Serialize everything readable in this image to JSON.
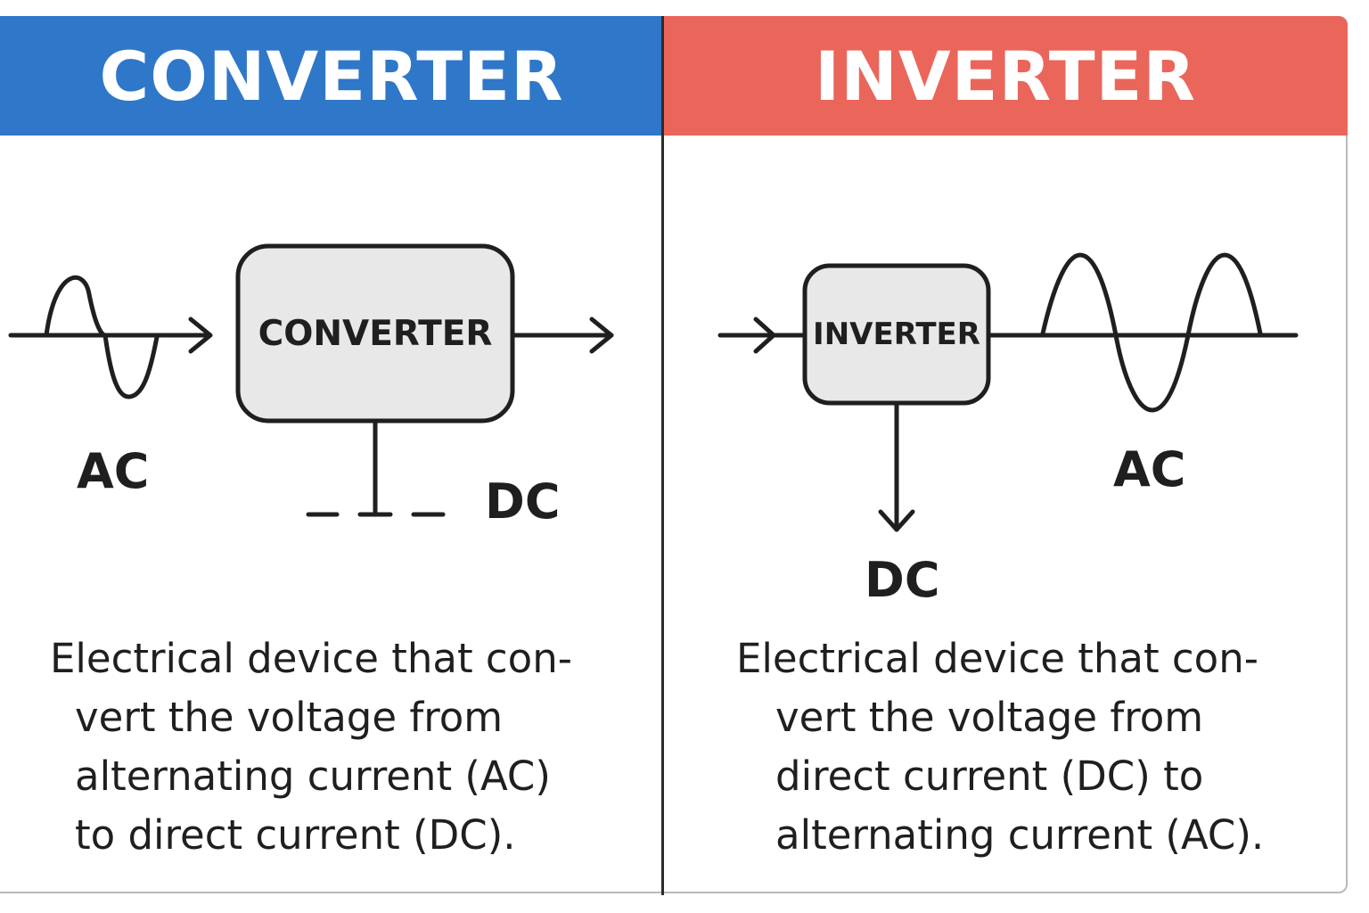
{
  "converter": {
    "header": "CONVERTER",
    "header_color": "#2f77c8",
    "box_label": "CONVERTER",
    "input_label": "AC",
    "output_label": "DC",
    "description_lines": [
      "Electrical device that con-",
      "vert the voltage from",
      "alternating current (AC)",
      "to direct current (DC)."
    ]
  },
  "inverter": {
    "header": "INVERTER",
    "header_color": "#ea665a",
    "box_label": "INVERTER",
    "input_label": "DC",
    "output_label": "AC",
    "description_lines": [
      "Electrical device that con-",
      "vert the voltage from",
      "direct current (DC) to",
      "alternating current (AC)."
    ]
  },
  "icons": {
    "ac_wave": "sine-wave-icon",
    "arrow": "arrow-icon",
    "dc_symbol": "dc-line-icon"
  }
}
